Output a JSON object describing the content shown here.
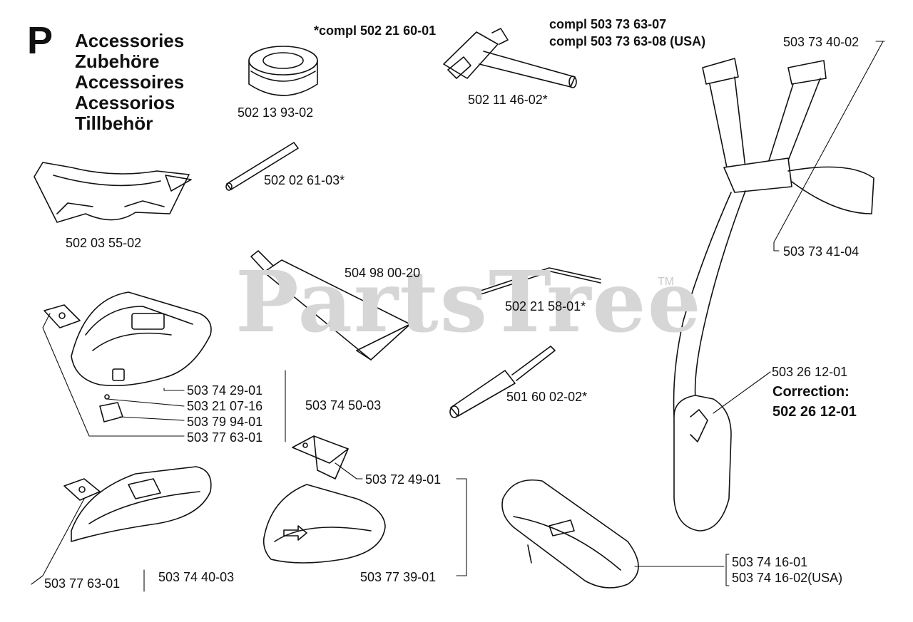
{
  "section": {
    "letter": "P",
    "titles": [
      "Accessories",
      "Zubehöre",
      "Accessoires",
      "Acessorios",
      "Tillbehör"
    ]
  },
  "watermark": {
    "text": "PartsTree",
    "trademark": "TM",
    "color": "#d6d6d6"
  },
  "labels": {
    "compl_502_21_60_01": "*compl 502 21 60-01",
    "compl_503_73_63_07": "compl 503 73 63-07",
    "compl_503_73_63_08": "compl 503 73 63-08 (USA)",
    "p502_13_93_02": "502 13 93-02",
    "p502_11_46_02": "502 11 46-02*",
    "p503_73_40_02": "503 73 40-02",
    "p502_02_61_03": "502 02 61-03*",
    "p502_03_55_02": "502 03 55-02",
    "p503_73_41_04": "503 73 41-04",
    "p504_98_00_20": "504 98 00-20",
    "p502_21_58_01": "502 21 58-01*",
    "p503_26_12_01": "503 26 12-01",
    "correction_label": "Correction:",
    "correction_value": "502 26 12-01",
    "p503_74_29_01": "503 74 29-01",
    "p503_21_07_16": "503 21 07-16",
    "p503_79_94_01": "503 79 94-01",
    "p503_77_63_01_a": "503 77 63-01",
    "p503_74_50_03": "503 74 50-03",
    "p501_60_02_02": "501 60 02-02*",
    "p503_72_49_01": "503 72 49-01",
    "p503_74_16_01": "503 74 16-01",
    "p503_74_16_02": "503 74 16-02(USA)",
    "p503_77_63_01_b": "503 77 63-01",
    "p503_74_40_03": "503 74 40-03",
    "p503_77_39_01": "503 77 39-01"
  }
}
